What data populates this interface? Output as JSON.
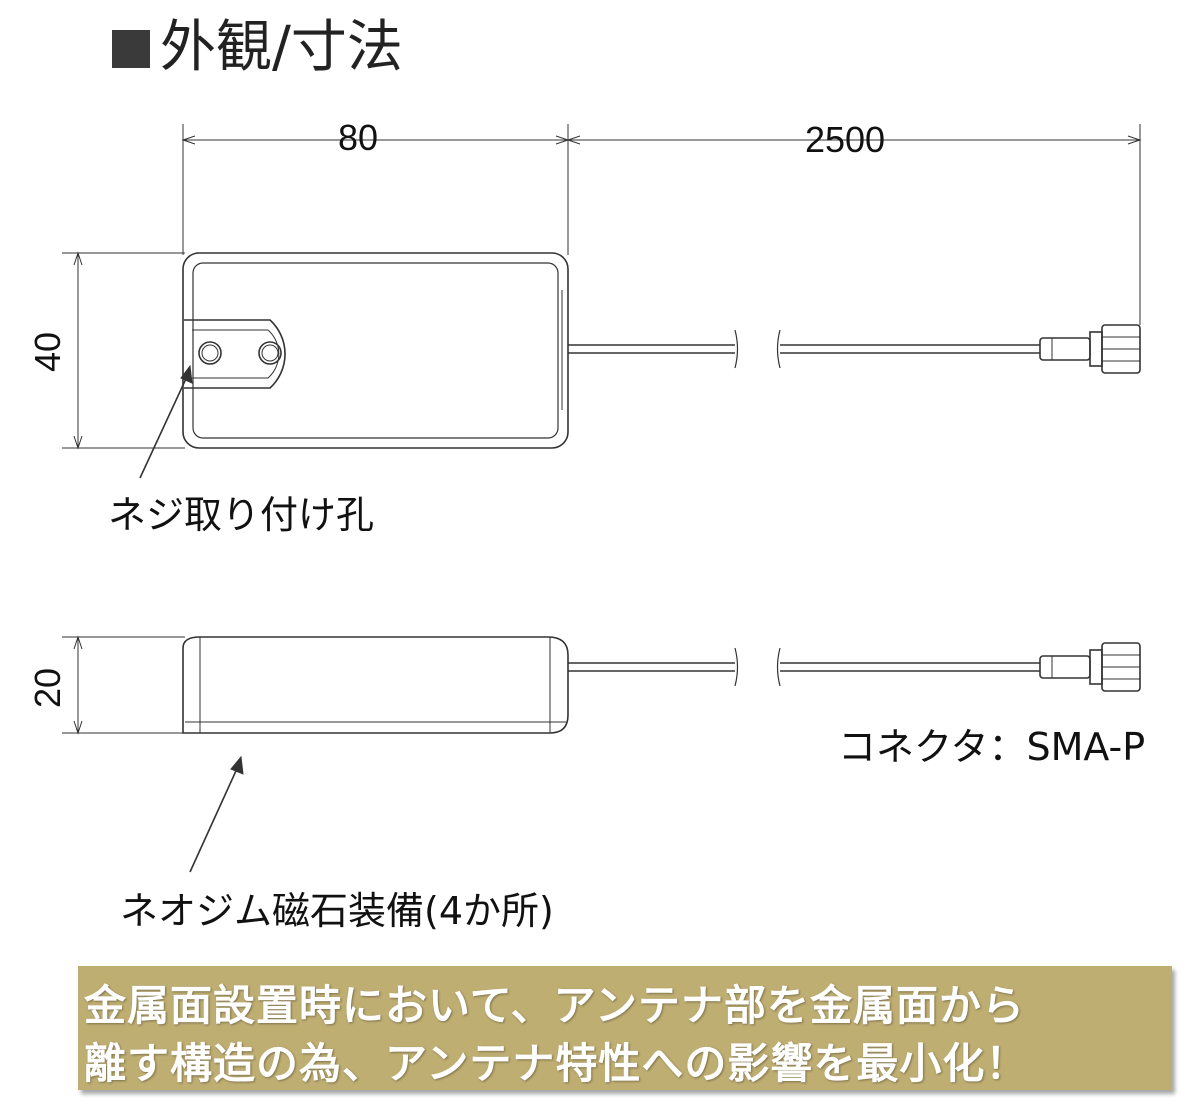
{
  "title": {
    "text": "外観/寸法"
  },
  "dimensions": {
    "width_label": "80",
    "cable_label": "2500",
    "height_label": "40",
    "depth_label": "20"
  },
  "labels": {
    "screw_hole": "ネジ取り付け孔",
    "connector": "コネクタ：SMA-P",
    "magnet": "ネオジム磁石装備(4か所)"
  },
  "banner": {
    "line1": "金属面設置時において、アンテナ部を金属面から",
    "line2": "離す構造の為、アンテナ特性への影響を最小化！",
    "color": "#bfae72"
  }
}
